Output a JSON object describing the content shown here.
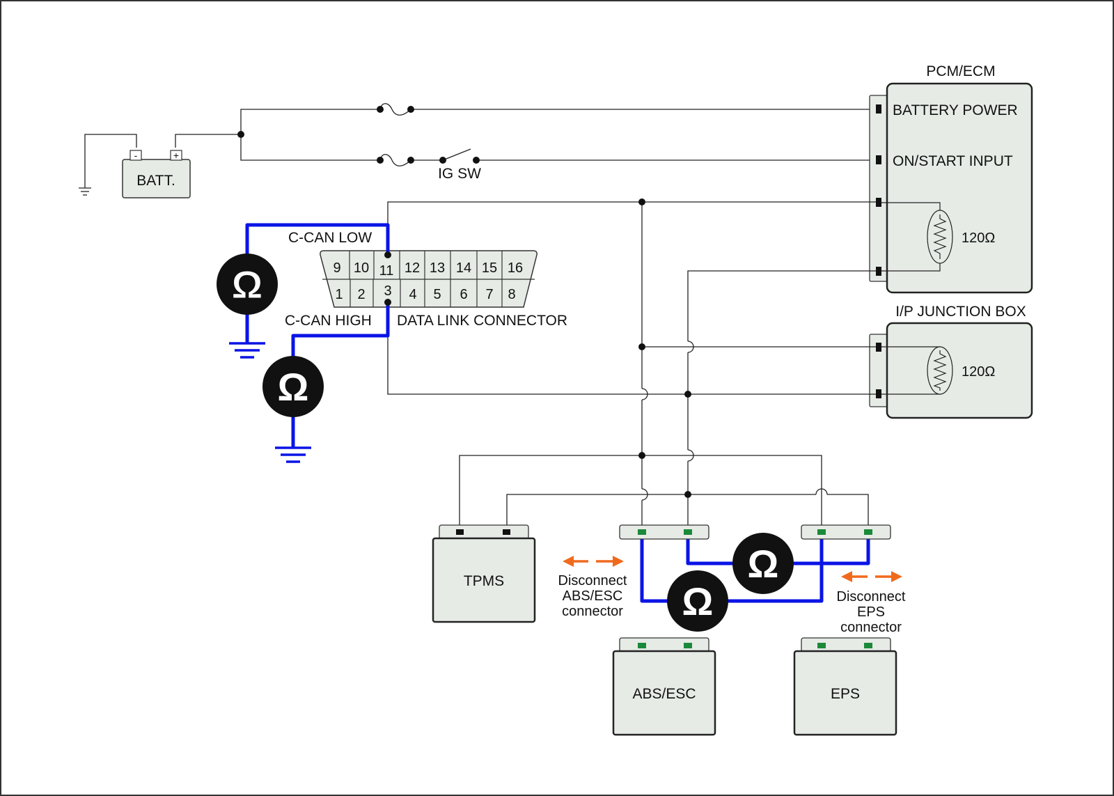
{
  "battery": {
    "label": "BATT.",
    "neg": "-",
    "pos": "+"
  },
  "ignition_switch": {
    "label": "IG SW"
  },
  "pcm": {
    "title": "PCM/ECM",
    "battery_power": "BATTERY POWER",
    "on_start": "ON/START INPUT",
    "resistor": "120Ω"
  },
  "junction_box": {
    "title": "I/P JUNCTION BOX",
    "resistor": "120Ω"
  },
  "dlc": {
    "title": "DATA LINK CONNECTOR",
    "can_low": "C-CAN LOW",
    "can_high": "C-CAN HIGH",
    "top_pins": [
      "9",
      "10",
      "11",
      "12",
      "13",
      "14",
      "15",
      "16"
    ],
    "bottom_pins": [
      "1",
      "2",
      "3",
      "4",
      "5",
      "6",
      "7",
      "8"
    ]
  },
  "ohm_symbol": "Ω",
  "modules": {
    "tpms": "TPMS",
    "abs": "ABS/ESC",
    "eps": "EPS"
  },
  "notes": {
    "abs": [
      "Disconnect",
      "ABS/ESC",
      "connector"
    ],
    "eps": [
      "Disconnect",
      "EPS",
      "connector"
    ]
  },
  "colors": {
    "meter_wire": "#0a14e6",
    "arrow": "#f06a1e",
    "pin_green": "#1a8a3a",
    "module_fill": "#e6ebe6",
    "wire": "#222222"
  }
}
